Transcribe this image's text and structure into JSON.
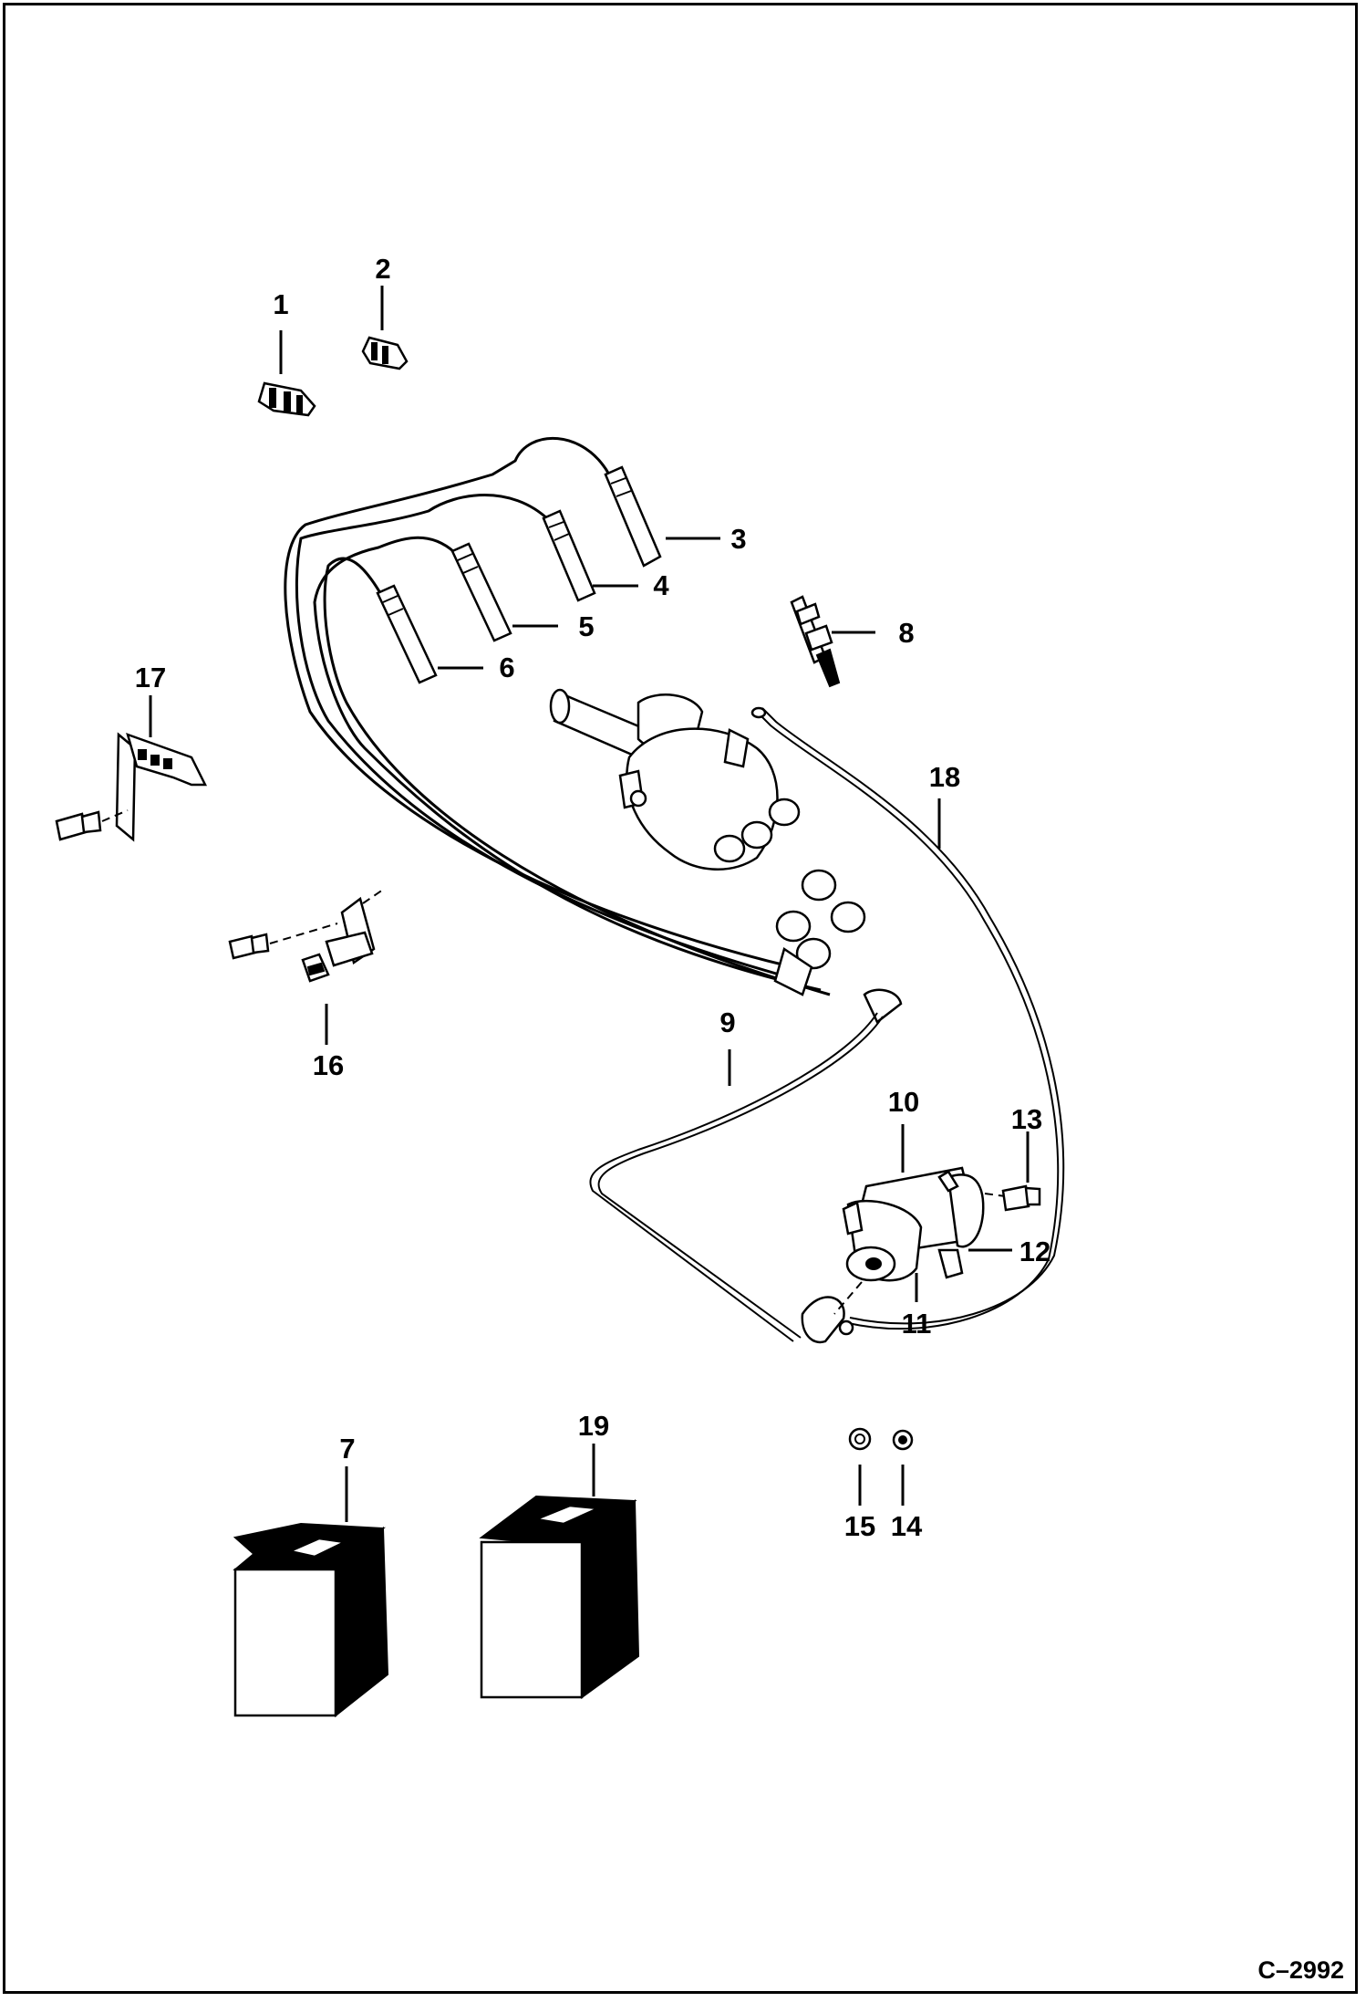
{
  "figure_id": "C–2992",
  "callouts": {
    "c1": "1",
    "c2": "2",
    "c3": "3",
    "c4": "4",
    "c5": "5",
    "c6": "6",
    "c7": "7",
    "c8": "8",
    "c9": "9",
    "c10": "10",
    "c11": "11",
    "c12": "12",
    "c13": "13",
    "c14": "14",
    "c15": "15",
    "c16": "16",
    "c17": "17",
    "c18": "18",
    "c19": "19"
  },
  "colors": {
    "line": "#000000",
    "background": "#ffffff"
  }
}
